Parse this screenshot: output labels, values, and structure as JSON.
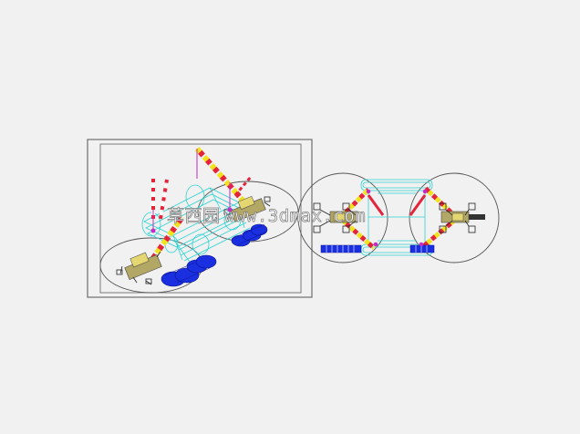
{
  "watermark": {
    "cn": "草西园",
    "url": "www.3dmax.com"
  },
  "colors": {
    "background": "#f1f1f1",
    "frame": "#6e6e6e",
    "circle": "#555555",
    "cyan": "#2fd3d3",
    "red": "#e3243a",
    "yellow": "#f2e21e",
    "blue": "#1a2fe0",
    "magenta": "#c42cc4",
    "olive": "#b3a766"
  },
  "icons": [
    "crane-3d-view",
    "crane-plan-view",
    "crawler-track-icon"
  ]
}
